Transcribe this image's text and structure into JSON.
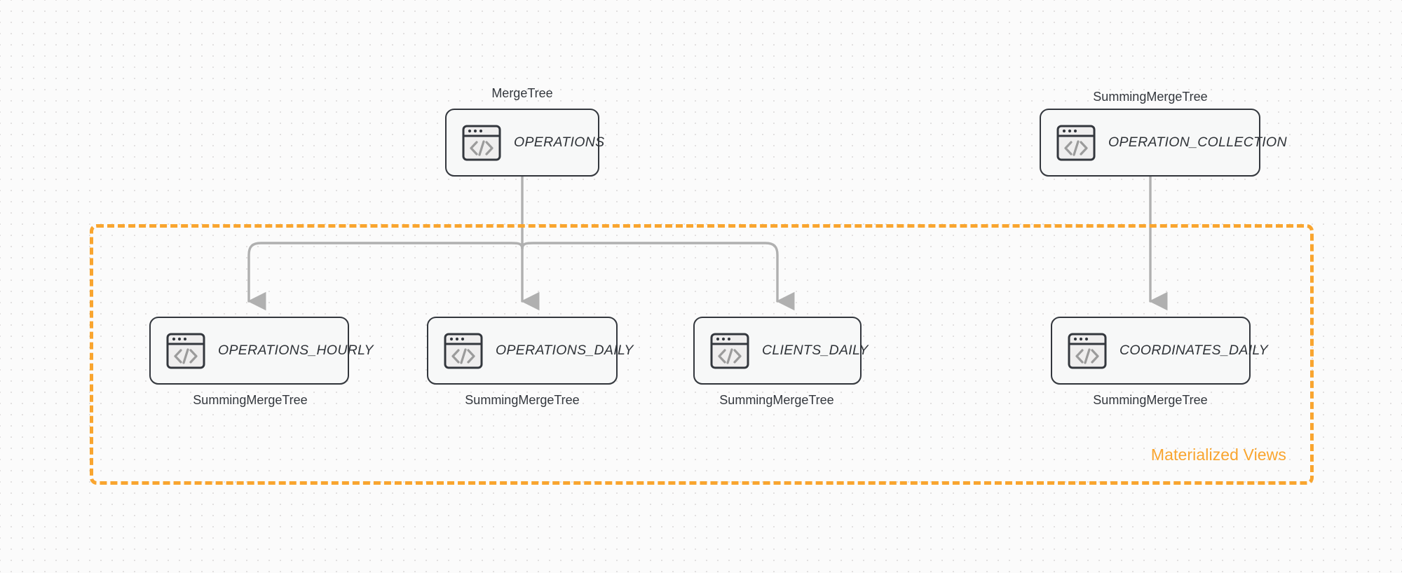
{
  "diagram": {
    "title": "ClickHouse table / materialized view lineage",
    "background_color": "#fbfbfb",
    "accent_color": "#f9a52f",
    "node_border_color": "#33373d",
    "edge_color": "#b0b0b0"
  },
  "group": {
    "label": "Materialized Views",
    "color": "#f9a52f",
    "style": "dashed"
  },
  "nodes": {
    "operations": {
      "name": "OPERATIONS",
      "engine": "MergeTree",
      "icon": "code-window-icon"
    },
    "operation_collection": {
      "name": "OPERATION_COLLECTION",
      "engine": "SummingMergeTree",
      "icon": "code-window-icon"
    },
    "operations_hourly": {
      "name": "OPERATIONS_HOURLY",
      "engine": "SummingMergeTree",
      "icon": "code-window-icon"
    },
    "operations_daily": {
      "name": "OPERATIONS_DAILY",
      "engine": "SummingMergeTree",
      "icon": "code-window-icon"
    },
    "clients_daily": {
      "name": "CLIENTS_DAILY",
      "engine": "SummingMergeTree",
      "icon": "code-window-icon"
    },
    "coordinates_daily": {
      "name": "COORDINATES_DAILY",
      "engine": "SummingMergeTree",
      "icon": "code-window-icon"
    }
  },
  "edges": [
    {
      "from": "OPERATIONS",
      "to": "OPERATIONS_HOURLY",
      "style": "orthogonal-arrow"
    },
    {
      "from": "OPERATIONS",
      "to": "OPERATIONS_DAILY",
      "style": "straight-arrow"
    },
    {
      "from": "OPERATIONS",
      "to": "CLIENTS_DAILY",
      "style": "orthogonal-arrow"
    },
    {
      "from": "OPERATION_COLLECTION",
      "to": "COORDINATES_DAILY",
      "style": "straight-arrow"
    }
  ]
}
